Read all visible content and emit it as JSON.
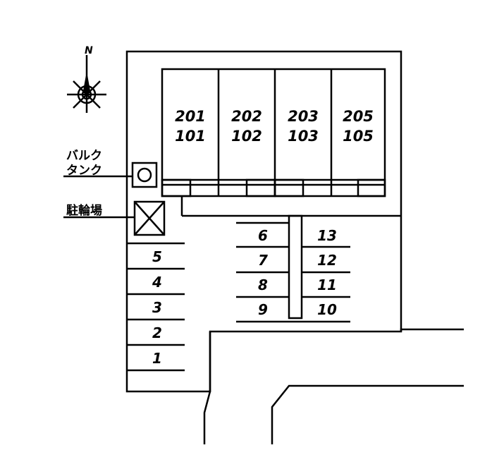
{
  "units": [
    {
      "upper": "201",
      "lower": "101"
    },
    {
      "upper": "202",
      "lower": "102"
    },
    {
      "upper": "203",
      "lower": "103"
    },
    {
      "upper": "205",
      "lower": "105"
    }
  ],
  "labels": {
    "bulk_tank_line1": "バルク",
    "bulk_tank_line2": "タンク",
    "bicycle_parking": "駐輪場",
    "north": "N"
  },
  "parking": {
    "left_column": [
      "5",
      "4",
      "3",
      "2",
      "1"
    ],
    "center_left": [
      "6",
      "7",
      "8",
      "9"
    ],
    "center_right": [
      "13",
      "12",
      "11",
      "10"
    ]
  }
}
